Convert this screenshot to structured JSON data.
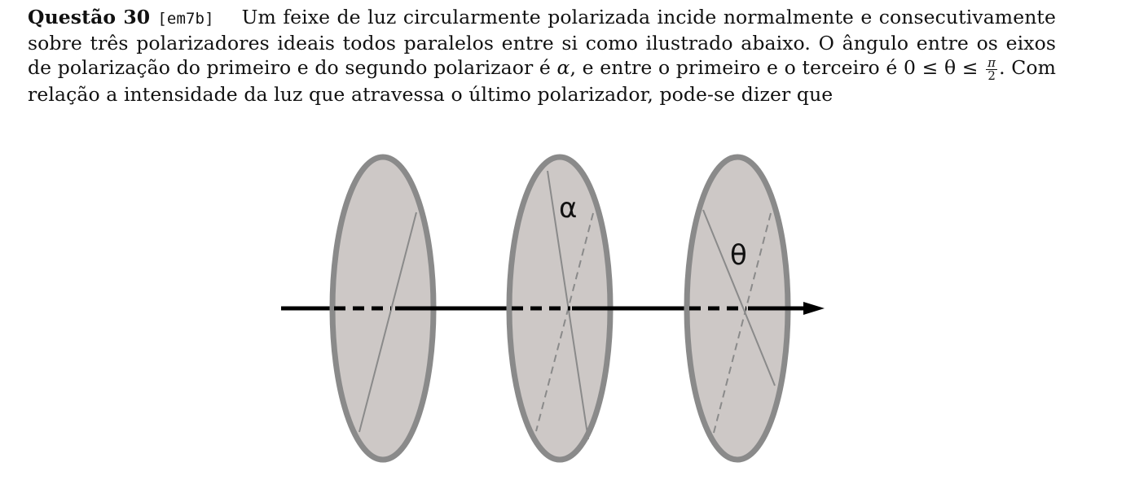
{
  "question": {
    "label": "Questão 30",
    "code": "[em7b]",
    "text_part1": "Um feixe de luz circularmente polarizada incide normalmente e consecutivamente sobre três polarizadores ideais todos paralelos entre si como ilustrado abaixo. O ângulo entre os eixos de polarização do primeiro e do segundo polarizaor é ",
    "alpha": "α",
    "text_part2": ", e entre o primeiro e o terceiro é ",
    "inequality": "0 ≤ θ ≤ ",
    "frac_num": "π",
    "frac_den": "2",
    "text_part3": ". Com relação a intensidade da luz que atravessa o último polarizador, pode-se dizer que"
  },
  "figure": {
    "alpha_label": "α",
    "theta_label": "θ",
    "colors": {
      "disc_fill": "#cdc8c6",
      "disc_stroke": "#8a8a8a",
      "axis_line": "#8a8a8a",
      "beam": "#000000"
    }
  }
}
